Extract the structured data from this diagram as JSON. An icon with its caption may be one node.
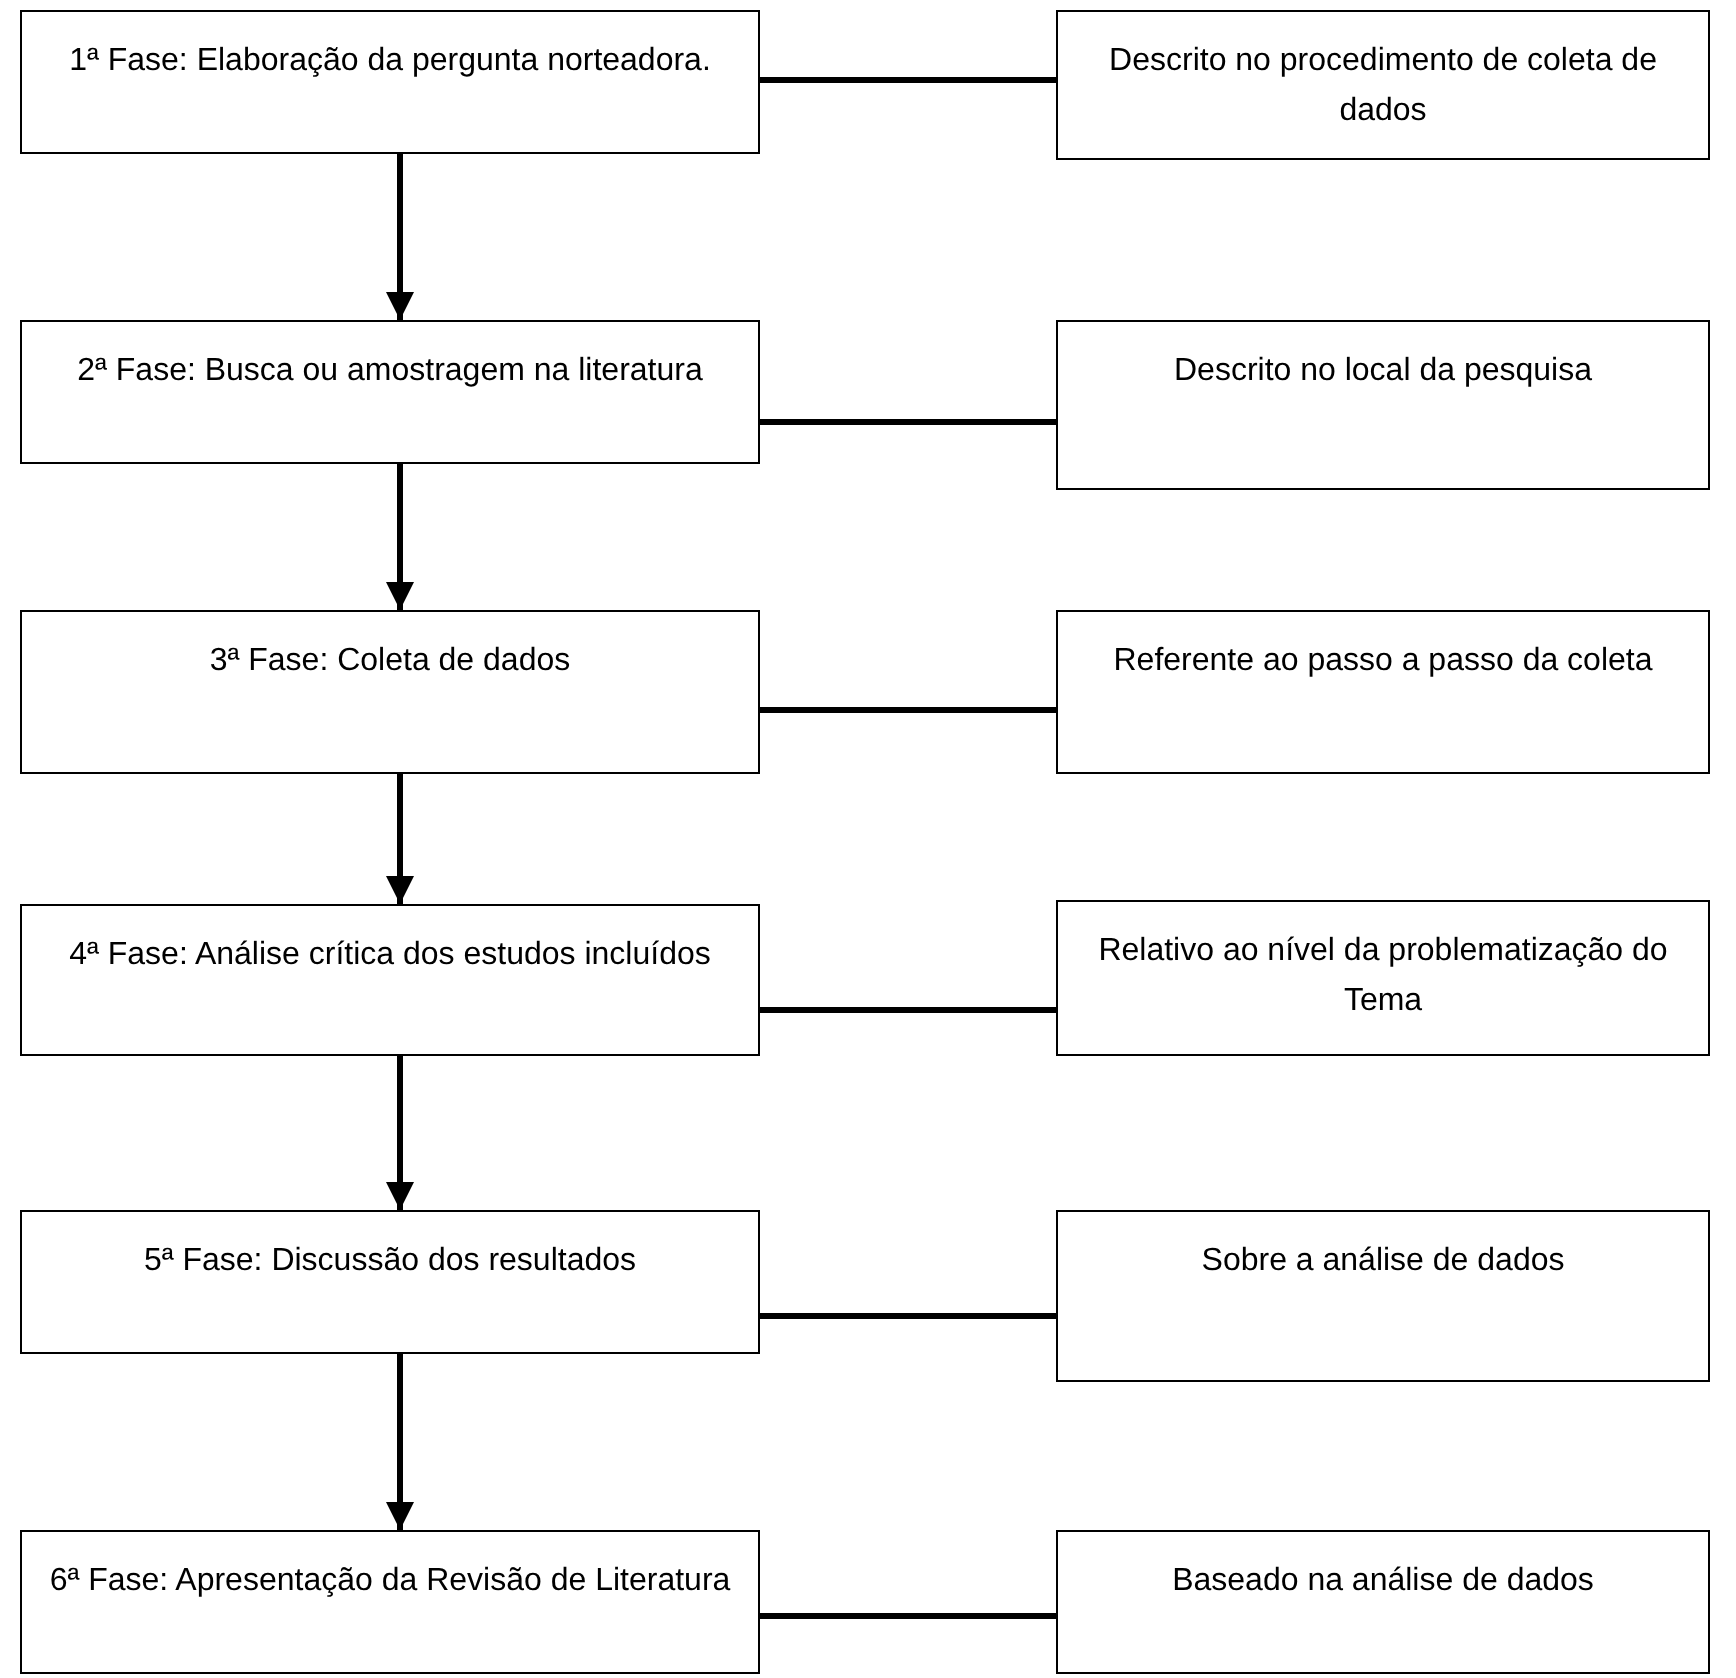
{
  "diagram": {
    "nodes": [
      {
        "text": [
          "1ª Fase: Elaboração da pergunta norteadora."
        ]
      },
      {
        "text": [
          "Descrito no procedimento de coleta de dados"
        ]
      },
      {
        "text": [
          "2ª Fase: Busca ou amostragem na literatura"
        ]
      },
      {
        "text": [
          "Descrito no local da pesquisa"
        ]
      },
      {
        "text": [
          "3ª Fase: Coleta de dados"
        ]
      },
      {
        "text": [
          "Referente ao passo a passo da coleta"
        ]
      },
      {
        "text": [
          "4ª Fase: Análise crítica dos estudos incluídos"
        ]
      },
      {
        "text": [
          "Relativo ao nível da problematização do Tema"
        ]
      },
      {
        "text": [
          "5ª Fase: Discussão dos resultados"
        ]
      },
      {
        "text": [
          "Sobre a análise de dados"
        ]
      },
      {
        "text": [
          "6ª Fase: Apresentação da Revisão de Literatura"
        ]
      },
      {
        "text": [
          "Baseado na análise de dados"
        ]
      }
    ],
    "edges": [
      {
        "from": 0,
        "to": 1,
        "arrow": "none"
      },
      {
        "from": 0,
        "to": 2,
        "arrow": "to"
      },
      {
        "from": 2,
        "to": 3,
        "arrow": "none"
      },
      {
        "from": 2,
        "to": 4,
        "arrow": "to"
      },
      {
        "from": 4,
        "to": 5,
        "arrow": "none"
      },
      {
        "from": 4,
        "to": 6,
        "arrow": "to"
      },
      {
        "from": 6,
        "to": 7,
        "arrow": "none"
      },
      {
        "from": 6,
        "to": 8,
        "arrow": "to"
      },
      {
        "from": 8,
        "to": 9,
        "arrow": "none"
      },
      {
        "from": 8,
        "to": 10,
        "arrow": "to"
      },
      {
        "from": 10,
        "to": 11,
        "arrow": "none"
      }
    ]
  }
}
